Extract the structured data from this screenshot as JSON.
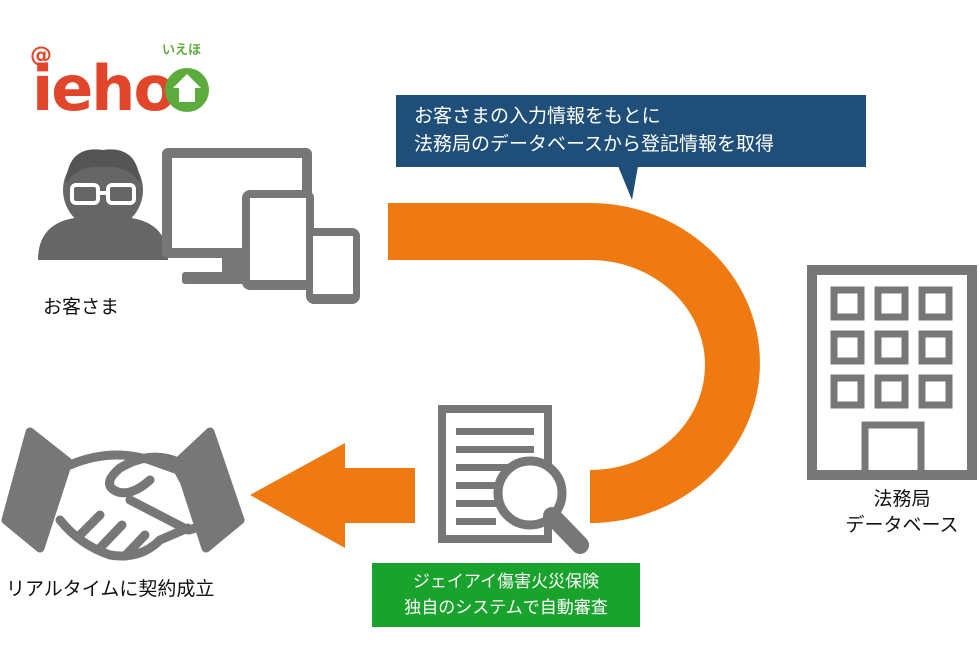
{
  "logo": {
    "text": "ieho",
    "kana": "いえほ",
    "at": "@"
  },
  "callout": {
    "line1": "お客さまの入力情報をもとに",
    "line2": "法務局のデータベースから登記情報を取得"
  },
  "customer_label": "お客さま",
  "bureau_label": {
    "line1": "法務局",
    "line2": "データベース"
  },
  "contract_label": "リアルタイムに契約成立",
  "system_box": {
    "line1": "ジェイアイ傷害火災保険",
    "line2": "独自のシステムで自動審査"
  },
  "colors": {
    "orange": "#f07a12",
    "navy": "#1f4e79",
    "green": "#1aa32c",
    "gray": "#7a7a7a",
    "logo_red": "#e1462b",
    "logo_green": "#5dab3c"
  },
  "icons": [
    "user-icon",
    "devices-icon",
    "building-icon",
    "document-search-icon",
    "handshake-icon",
    "house-icon"
  ]
}
